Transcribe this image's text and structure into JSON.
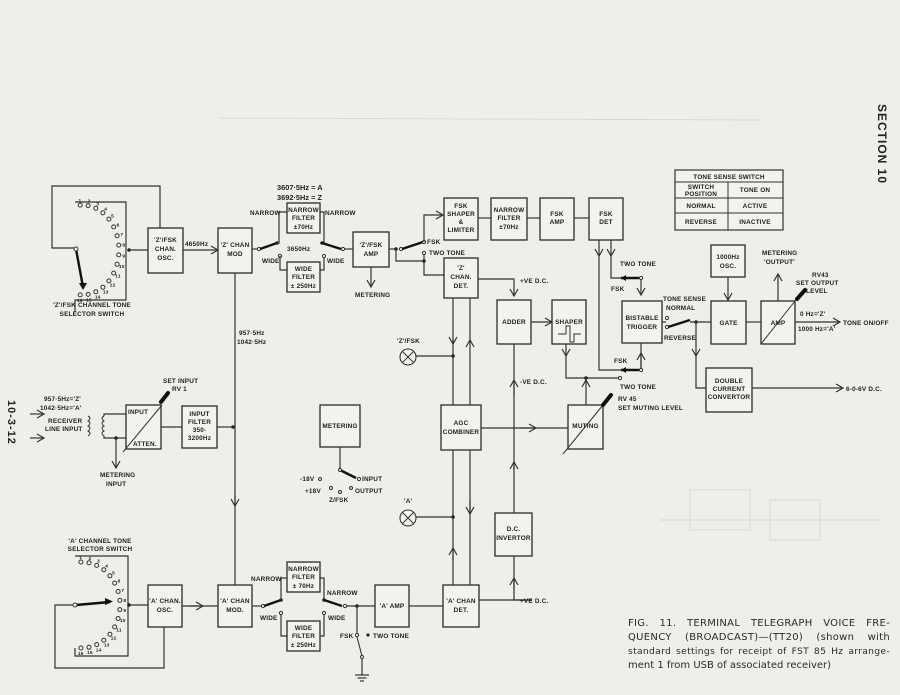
{
  "page": {
    "section_label": "SECTION 10",
    "page_ref": "10-3-12"
  },
  "caption": {
    "line1": "FIG. 11. TERMINAL TELEGRAPH VOICE FRE-",
    "line2": "QUENCY (BROADCAST)—(TT20) (shown with",
    "line3": "standard settings for receipt of FST 85 Hz arrange-",
    "line4": "ment 1 from USB of associated receiver)"
  },
  "tone_sense_table": {
    "title": "TONE SENSE SWITCH",
    "headers": [
      "SWITCH POSITION",
      "TONE ON"
    ],
    "header_lines": [
      "SWITCH",
      "POSITION"
    ],
    "rows": [
      {
        "position": "NORMAL",
        "tone_on": "ACTIVE"
      },
      {
        "position": "REVERSE",
        "tone_on": "INACTIVE"
      }
    ]
  },
  "blocks": {
    "z_osc": [
      "'Z'/FSK",
      "CHAN.",
      "OSC."
    ],
    "z_mod": [
      "'Z' CHAN",
      "MOD"
    ],
    "z_narrow_filter": [
      "NARROW",
      "FILTER",
      "±70Hz"
    ],
    "z_wide_filter": [
      "WIDE",
      "FILTER",
      "± 250Hz"
    ],
    "z_amp": [
      "'Z'/FSK",
      "AMP"
    ],
    "fsk_shaper": [
      "FSK",
      "SHAPER",
      "&",
      "LIMITER"
    ],
    "fsk_narrow_filter": [
      "NARROW",
      "FILTER",
      "±70Hz"
    ],
    "fsk_amp": [
      "FSK",
      "AMP"
    ],
    "fsk_det": [
      "FSK",
      "DET"
    ],
    "z_det": [
      "'Z'",
      "CHAN.",
      "DET."
    ],
    "adder": [
      "ADDER"
    ],
    "shaper": [
      "SHAPER"
    ],
    "bistable": [
      "BISTABLE",
      "TRIGGER"
    ],
    "osc_1000": [
      "1000Hz",
      "OSC."
    ],
    "gate": [
      "GATE"
    ],
    "amp": [
      "AMP"
    ],
    "dcc": [
      "DOUBLE",
      "CURRENT",
      "CONVERTOR"
    ],
    "input_atten_top": "INPUT",
    "input_atten_bottom": "ATTEN.",
    "input_filter": [
      "INPUT",
      "FILTER",
      "350-",
      "3200Hz"
    ],
    "metering": [
      "METERING"
    ],
    "agc": [
      "AGC",
      "COMBINER"
    ],
    "muting": [
      "MUTING"
    ],
    "dc_inv": [
      "D.C.",
      "INVERTOR"
    ],
    "a_osc": [
      "'A' CHAN.",
      "OSC."
    ],
    "a_mod": [
      "'A' CHAN",
      "MOD."
    ],
    "a_narrow_filter": [
      "NARROW",
      "FILTER",
      "± 70Hz"
    ],
    "a_wide_filter": [
      "WIDE",
      "FILTER",
      "± 250Hz"
    ],
    "a_amp": [
      "'A' AMP"
    ],
    "a_det": [
      "'A' CHAN",
      "DET."
    ]
  },
  "labels": {
    "z_selector": [
      "'Z'/FSK CHANNEL TONE",
      "SELECTOR SWITCH"
    ],
    "a_selector": [
      "'A' CHANNEL TONE",
      "SELECTOR SWITCH"
    ],
    "f_4650": "4650Hz",
    "f_top1": "3607·5Hz = A",
    "f_top2": "3692·5Hz = Z",
    "f_3650": "3650Hz",
    "narrow": "NARROW",
    "wide": "WIDE",
    "metering": "METERING",
    "fsk": "FSK",
    "two_tone": "TWO TONE",
    "plus_ve": "+VE D.C.",
    "minus_ve": "-VE D.C.",
    "z_fsk_lamp": "'Z'/FSK",
    "a_lamp": "'A'",
    "f_9575": "957·5Hz",
    "f_10425": "1042·5Hz",
    "rx_f1": "957·5Hz='Z'",
    "rx_f2": "1042·5Hz='A'",
    "receiver": [
      "RECEIVER",
      "LINE INPUT"
    ],
    "metering_input": [
      "METERING",
      "INPUT"
    ],
    "set_input": [
      "SET INPUT",
      "RV 1"
    ],
    "met_input": "INPUT",
    "met_output": "OUTPUT",
    "met_m18": "-18V",
    "met_p18": "+18V",
    "met_zfsk": "Z/FSK",
    "tone_sense": [
      "TONE SENSE",
      "NORMAL"
    ],
    "reverse": "REVERSE",
    "metering_output": [
      "METERING",
      "'OUTPUT'"
    ],
    "rv43": [
      "RV43",
      "SET OUTPUT",
      "LEVEL"
    ],
    "out_0hz": "0 Hz='Z'",
    "out_1000": "1000 Hz='A'",
    "tone_onoff": "TONE ON/OFF",
    "dc_out": "6-0-6V D.C.",
    "rv45": [
      "RV 45",
      "SET MUTING LEVEL"
    ]
  }
}
